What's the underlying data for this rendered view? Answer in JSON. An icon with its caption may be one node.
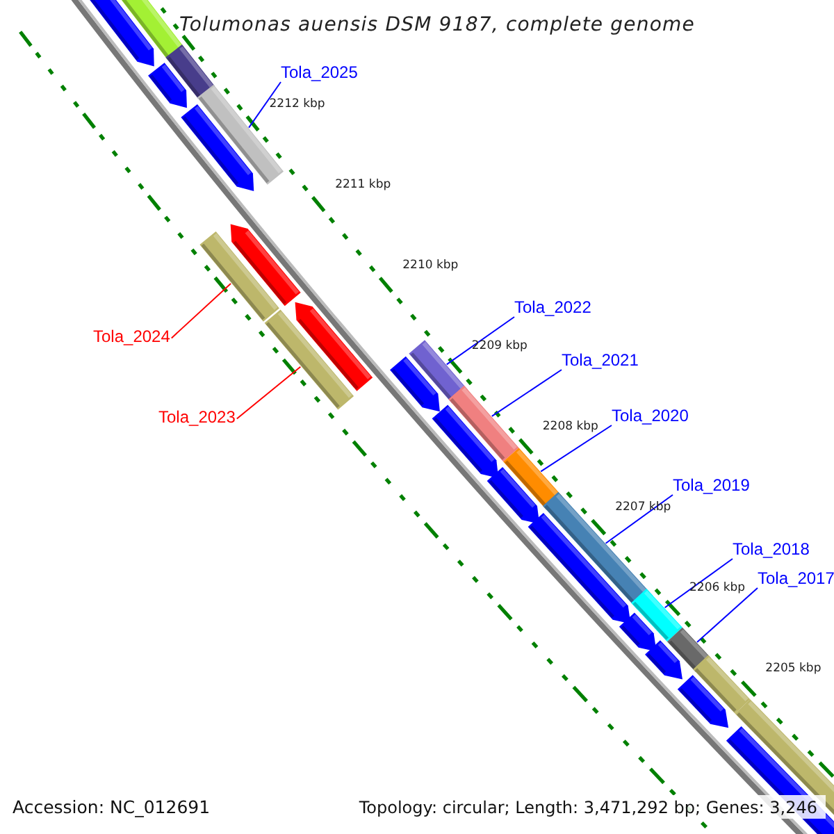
{
  "diagram": {
    "title": "Tolumonas auensis DSM 9187, complete genome",
    "nodes": [
      {
        "text": [
          "Tola_2025"
        ]
      },
      {
        "text": [
          "Tola_2022"
        ]
      },
      {
        "text": [
          "Tola_2024"
        ]
      },
      {
        "text": [
          "Tola_2021"
        ]
      },
      {
        "text": [
          "Tola_2020"
        ]
      },
      {
        "text": [
          "Tola_2023"
        ]
      },
      {
        "text": [
          "Tola_2019"
        ]
      },
      {
        "text": [
          "Tola_2018"
        ]
      },
      {
        "text": [
          "Tola_2017"
        ]
      },
      {
        "text": [],
        "shape": "bar"
      },
      {
        "text": [],
        "shape": "bar"
      },
      {
        "text": [],
        "shape": "bar"
      },
      {
        "text": [],
        "shape": "bar"
      },
      {
        "text": [],
        "shape": "bar"
      },
      {
        "text": [],
        "shape": "bar"
      },
      {
        "text": [],
        "shape": "bar"
      },
      {
        "text": [],
        "shape": "bar"
      },
      {
        "text": [],
        "shape": "bar"
      }
    ],
    "edges": [
      {
        "from": 0,
        "to": 9,
        "arrow": "none"
      },
      {
        "from": 1,
        "to": 12,
        "arrow": "none"
      },
      {
        "from": 2,
        "to": 10,
        "arrow": "none",
        "color": "#ff0000"
      },
      {
        "from": 3,
        "to": 13,
        "arrow": "none"
      },
      {
        "from": 4,
        "to": 14,
        "arrow": "none"
      },
      {
        "from": 5,
        "to": 11,
        "arrow": "none",
        "color": "#ff0000"
      },
      {
        "from": 6,
        "to": 15,
        "arrow": "none"
      },
      {
        "from": 7,
        "to": 16,
        "arrow": "none"
      },
      {
        "from": 8,
        "to": 17,
        "arrow": "none"
      }
    ],
    "labels": [
      "2212 kbp",
      "2211 kbp",
      "2210 kbp",
      "2209 kbp",
      "2208 kbp",
      "2207 kbp",
      "2206 kbp",
      "2205 kbp",
      "Accession: NC_012691",
      "Topology: circular; Length: 3,471,292 bp; Genes: 3,246"
    ]
  }
}
